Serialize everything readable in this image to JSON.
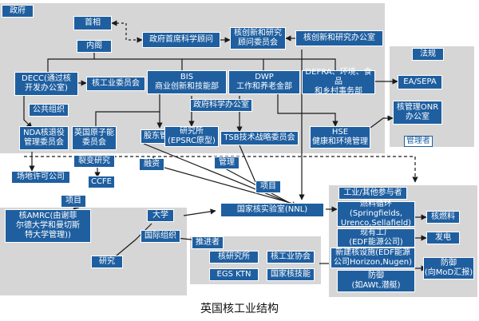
{
  "caption": "英国核工业结构",
  "regions": {
    "government": "政府",
    "regulation": "法规"
  },
  "boxes": {
    "pm": "首相",
    "gcsa": "政府首席科学顾问",
    "nirab": "核创新和研究\n顾问委员会",
    "nirab_office": "核创新和研究办公室",
    "cabinet": "内阁",
    "decc": "DECC(通过核\n开发办公室)",
    "nic": "核工业委员会",
    "bis": "BIS\n商业创新和技能部",
    "dwp": "DWP\n工作和养老金部",
    "defra": "DEFRA、环境、食品\n和乡村事务部",
    "ea": "EA/SEPA",
    "onr": "核管理ONR\n办公室",
    "public_org": "公共组织",
    "gov_sci_office": "政府科学办公室",
    "nda": "NDA核退役\n管理委员会",
    "ukaea": "英国原子能\n委员会",
    "shareholder": "股东管理",
    "research_inst": "研究所\n(EPSRC原型)",
    "tsb": "TSB技术战略委员会",
    "hse": "HSE\n健康和环境管理",
    "fusion": "裂变研究",
    "site_license": "场地许可公司",
    "ccfe": "CCFE",
    "finance": "融资",
    "management": "管理",
    "project": "项目",
    "project2": "项目",
    "amrc": "核AMRC(由谢菲\n尔德大学和曼切斯\n特大学管理))",
    "university": "大学",
    "intl_org": "国际组织",
    "nnl": "国家核实验室(NNL)",
    "industry_title": "工业/其他参与者",
    "fuel_cycle": "燃料循环(Springfields,\nUrenco,Sellafield)",
    "existing_plants": "现有工厂\n(EDF能源公司)",
    "new_build": "新建核设施(EDF能源\n公司Horizon,Nugen)",
    "defence_item": "防御\n(如AWt,潜艇)",
    "nuclear_fuel": "核燃料",
    "power": "发电",
    "defence_mod": "防御\n(向MoD汇报)",
    "research": "研究",
    "promoters": "推进者",
    "nri": "核研究所",
    "nia": "核工业协会",
    "egs_ktn": "EGS KTN",
    "nsan": "国家核技能"
  },
  "labels": {
    "regulator": "管理者"
  },
  "colors": {
    "box_blue": "#1f5fa0",
    "region_gray": "#d6d6d6",
    "line_dark": "#1a1a1a"
  }
}
